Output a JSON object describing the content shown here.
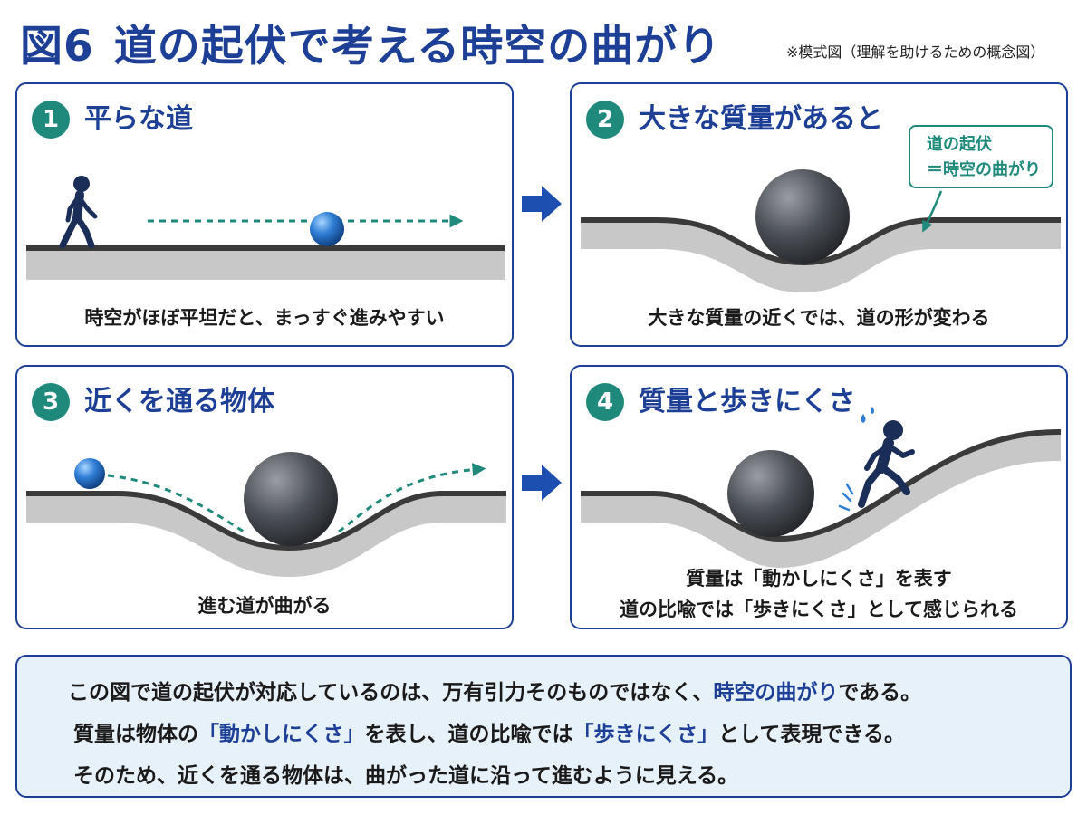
{
  "header": {
    "fig_label": "図6",
    "title": "道の起伏で考える時空の曲がり",
    "note": "※模式図（理解を助けるための概念図）"
  },
  "panels": [
    {
      "number": "1",
      "title": "平らな道",
      "caption": "時空がほぼ平坦だと、まっすぐ進みやすい"
    },
    {
      "number": "2",
      "title": "大きな質量があると",
      "caption": "大きな質量の近くでは、道の形が変わる",
      "callout": {
        "line1": "道の起伏",
        "line2": "＝時空の曲がり"
      }
    },
    {
      "number": "3",
      "title": "近くを通る物体",
      "caption": "進む道が曲がる"
    },
    {
      "number": "4",
      "title": "質量と歩きにくさ",
      "caption_line1": "質量は「動かしにくさ」を表す",
      "caption_line2": "道の比喩では「歩きにくさ」として感じられる"
    }
  ],
  "summary": {
    "line1": {
      "a": "この図で道の起伏が対応しているのは、万有引力そのものではなく、",
      "b": "時空の曲がり",
      "c": "である。"
    },
    "line2": {
      "a": "質量は物体の",
      "b": "「動かしにくさ」",
      "c": "を表し、道の比喩では",
      "d": "「歩きにくさ」",
      "e": "として表現できる。"
    },
    "line3": "そのため、近くを通る物体は、曲がった道に沿って進むように見える。"
  },
  "colors": {
    "accent_blue": "#1d3f95",
    "teal": "#1f8a7c",
    "road_gray": "#c8c8c8",
    "road_edge": "#3a3a3a",
    "summary_bg": "#e7f1fa"
  },
  "icons": [
    "walking-person-icon",
    "running-person-icon",
    "right-arrow-icon"
  ]
}
